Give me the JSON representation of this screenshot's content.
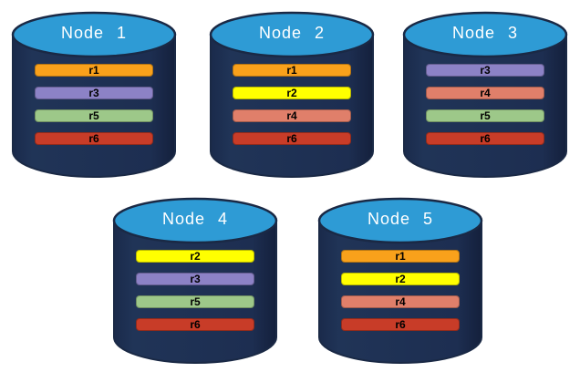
{
  "diagram": {
    "description": "Five database nodes with replicated partitions",
    "colors": {
      "cylinder_body": "#1D2D52",
      "cylinder_body_edge": "#16223F",
      "cylinder_top": "#2E9BD5",
      "outline": "#1A2945",
      "background": "#FFFFFF",
      "title_text": "#FFFFFF",
      "bar_text": "#000000"
    },
    "partition_colors": {
      "r1": "#F9A11B",
      "r2": "#FFFF00",
      "r3": "#8C82C6",
      "r4": "#E07F6A",
      "r5": "#9DC889",
      "r6": "#C83C28"
    },
    "nodes": [
      {
        "label": "Node 1",
        "partitions": [
          "r1",
          "r3",
          "r5",
          "r6"
        ]
      },
      {
        "label": "Node 2",
        "partitions": [
          "r1",
          "r2",
          "r4",
          "r6"
        ]
      },
      {
        "label": "Node 3",
        "partitions": [
          "r3",
          "r4",
          "r5",
          "r6"
        ]
      },
      {
        "label": "Node 4",
        "partitions": [
          "r2",
          "r3",
          "r5",
          "r6"
        ]
      },
      {
        "label": "Node 5",
        "partitions": [
          "r1",
          "r2",
          "r4",
          "r6"
        ]
      }
    ]
  }
}
